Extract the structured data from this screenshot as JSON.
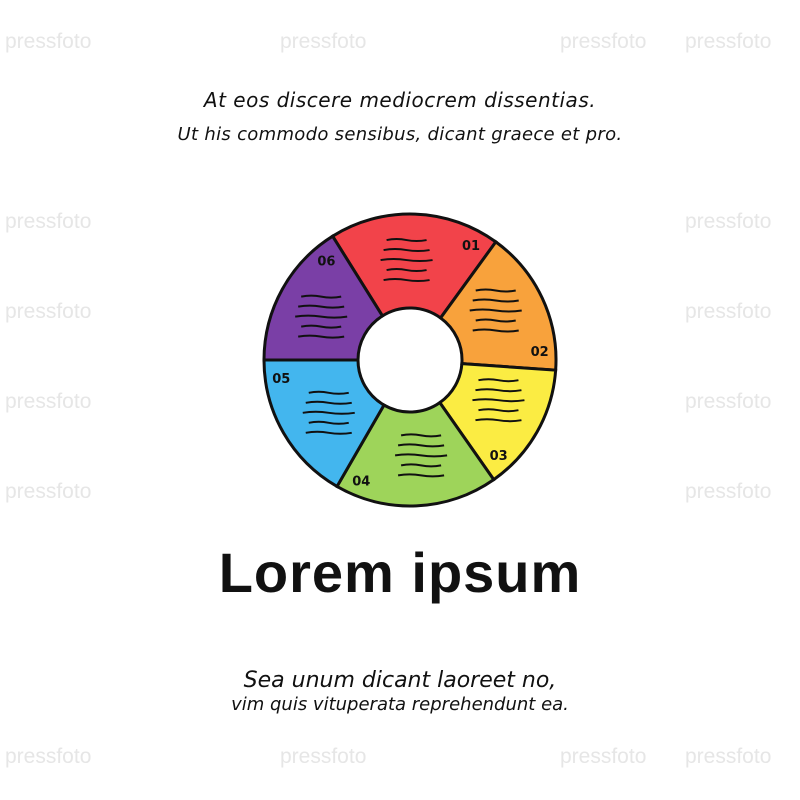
{
  "watermark": "pressfoto",
  "header": {
    "line1": "At eos discere mediocrem dissentias.",
    "line2": "Ut his commodo sensibus, dicant graece et pro."
  },
  "diagram": {
    "segments": [
      {
        "label": "01",
        "color": "#f2434a"
      },
      {
        "label": "02",
        "color": "#f8a23c"
      },
      {
        "label": "03",
        "color": "#fbec43"
      },
      {
        "label": "04",
        "color": "#9ed45a"
      },
      {
        "label": "05",
        "color": "#43b6ee"
      },
      {
        "label": "06",
        "color": "#7a3fa6"
      }
    ]
  },
  "title": "Lorem ipsum",
  "footer": {
    "line1": "Sea unum dicant laoreet no,",
    "line2": "vim quis vituperata reprehendunt ea."
  }
}
